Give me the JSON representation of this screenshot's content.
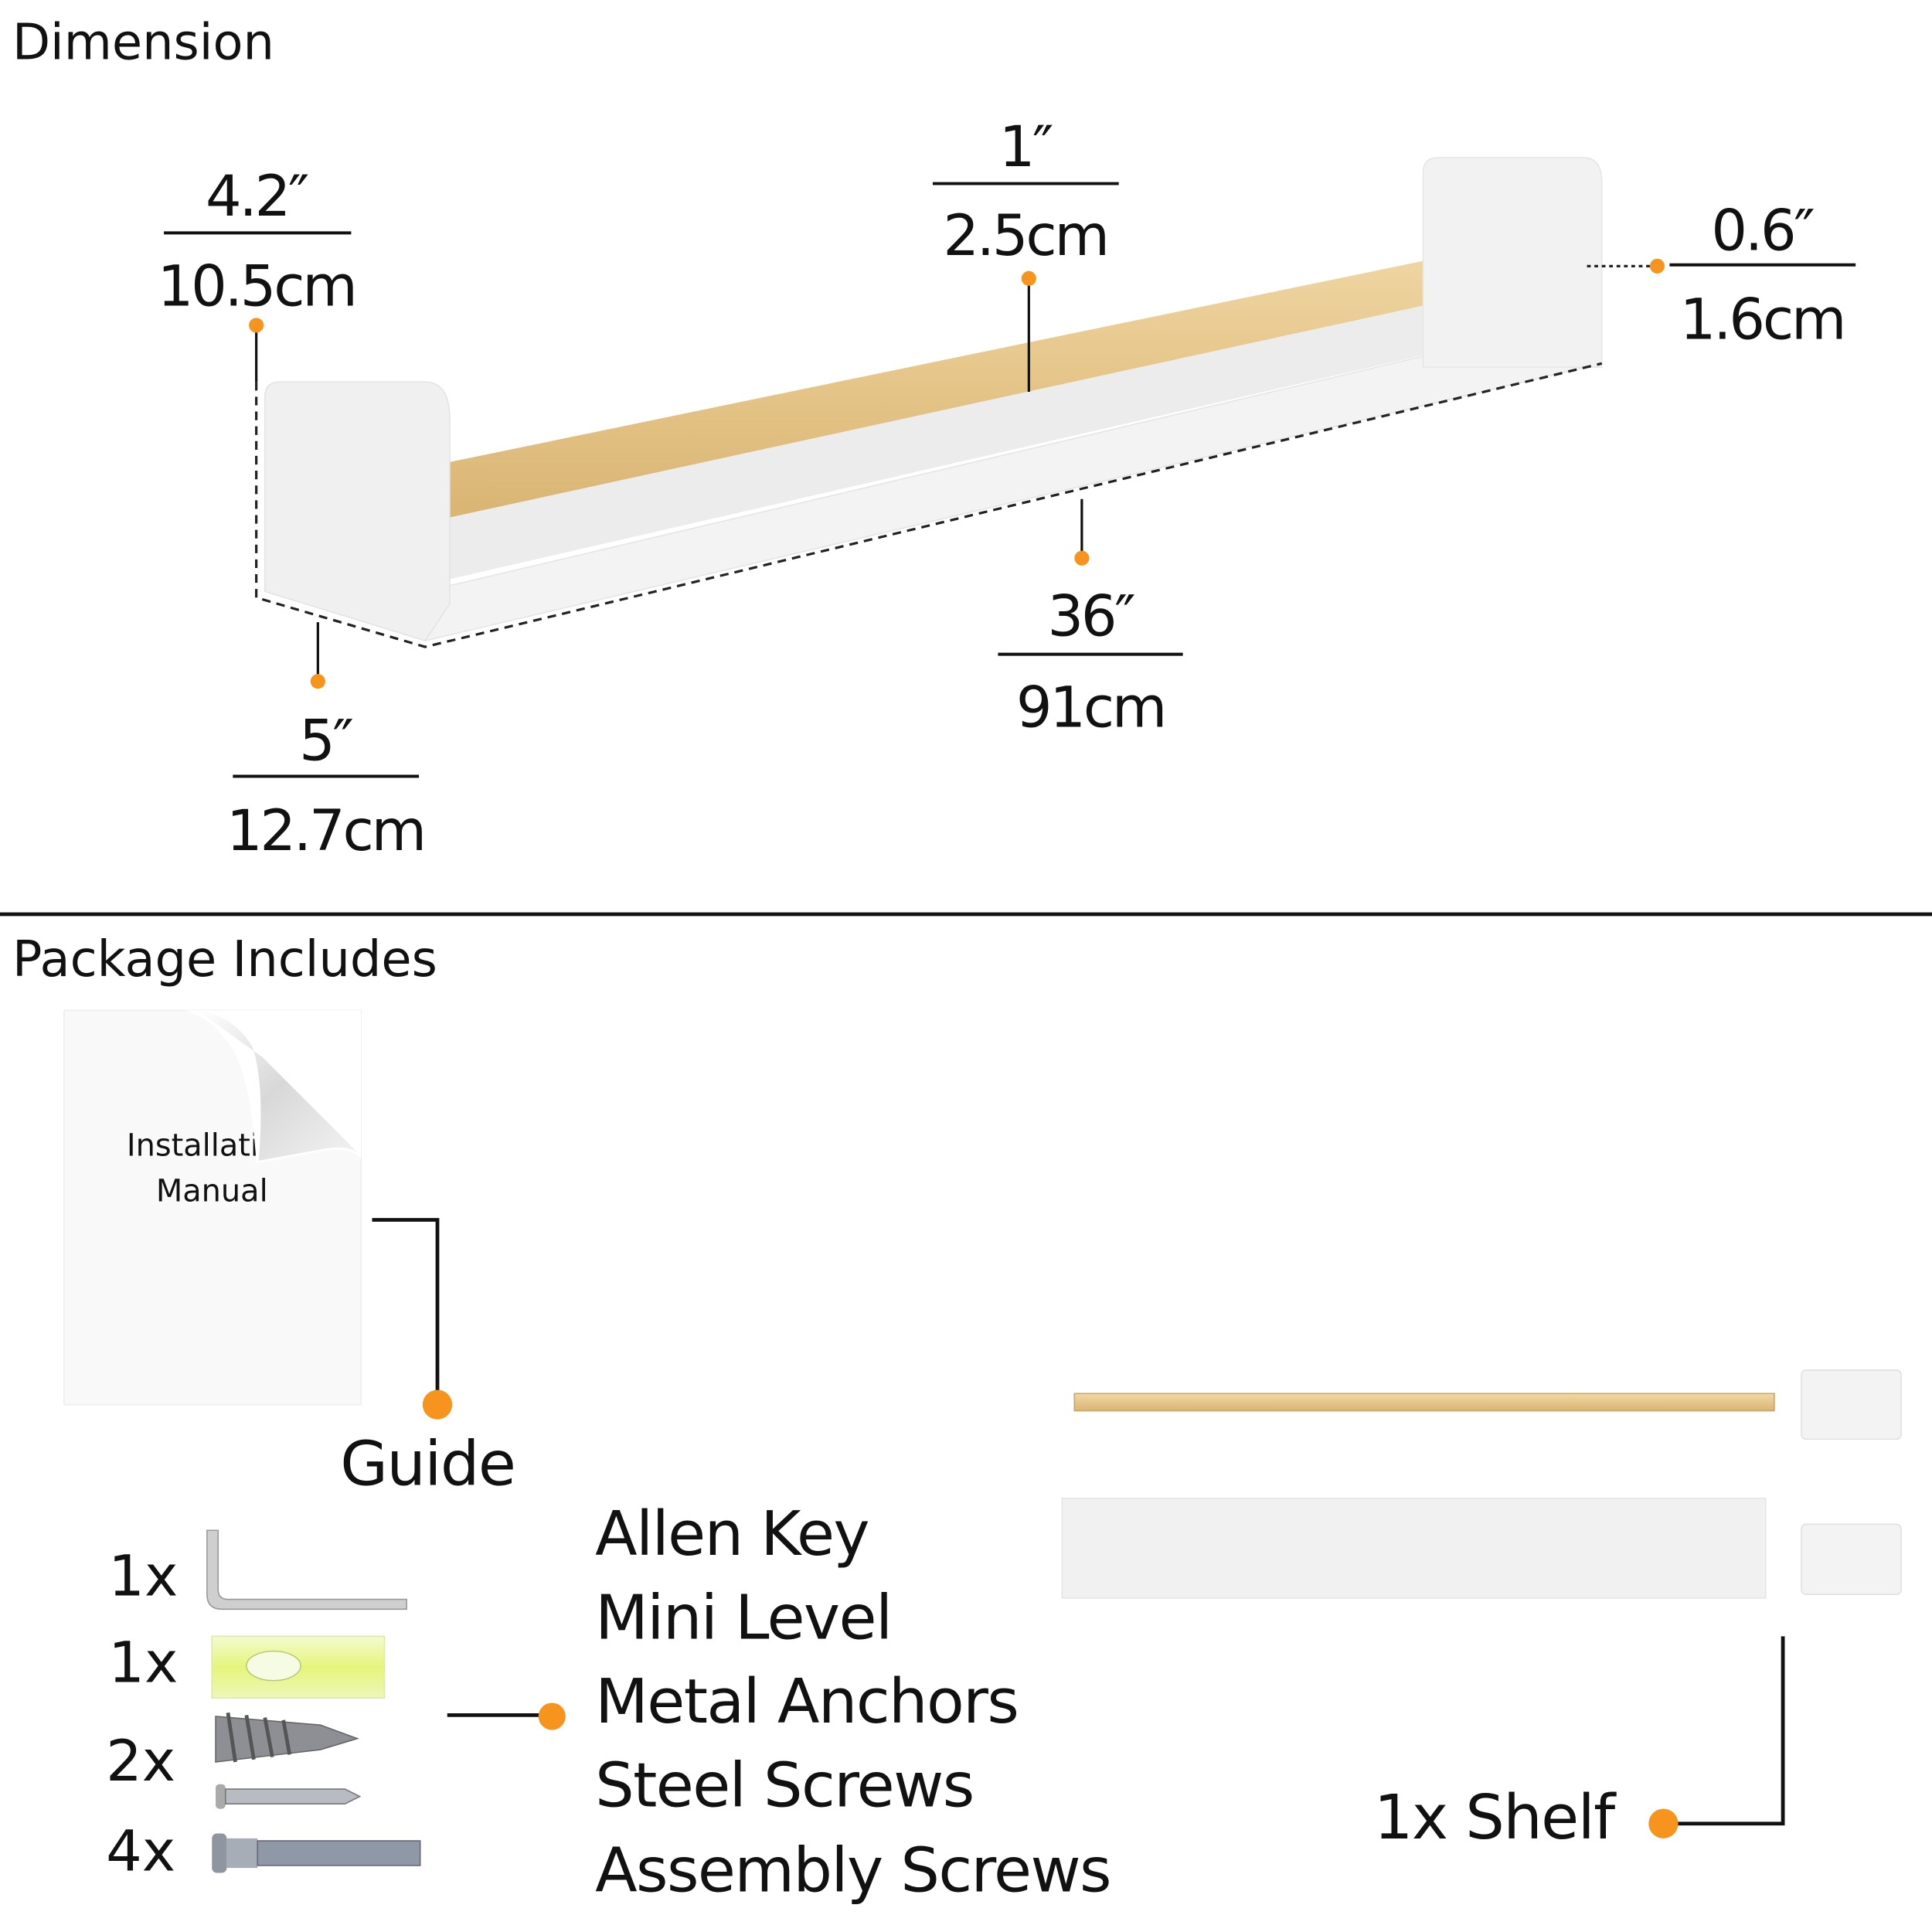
{
  "sections": {
    "dimension_title": "Dimension",
    "package_title": "Package Includes"
  },
  "dimensions": {
    "height": {
      "in": "4.2″",
      "cm": "10.5cm"
    },
    "rail": {
      "in": "1″",
      "cm": "2.5cm"
    },
    "thickness": {
      "in": "0.6″",
      "cm": "1.6cm"
    },
    "length": {
      "in": "36″",
      "cm": "91cm"
    },
    "depth": {
      "in": "5″",
      "cm": "12.7cm"
    }
  },
  "package": {
    "manual": {
      "line1": "Installation",
      "line2": "Manual",
      "label": "Guide"
    },
    "hardware": [
      {
        "count": "1x",
        "label": "Allen Key"
      },
      {
        "count": "1x",
        "label": "Mini Level"
      },
      {
        "count": "2x",
        "label": "Metal Anchors"
      },
      {
        "count": "",
        "label": "Steel Screws"
      },
      {
        "count": "4x",
        "label": "Assembly Screws"
      }
    ],
    "shelf_label": "1x Shelf"
  },
  "colors": {
    "accent": "#F7941D",
    "wood": "#E8C98E",
    "line": "#111111"
  }
}
